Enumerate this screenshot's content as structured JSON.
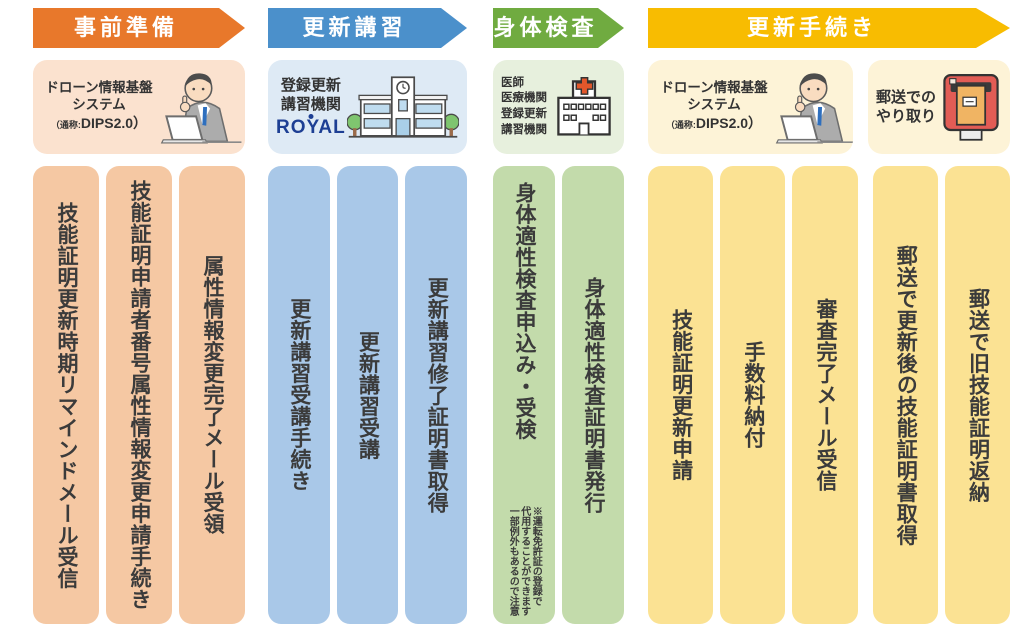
{
  "sections": [
    {
      "header": "事前準備",
      "colors": {
        "arrow": "#E8782B",
        "box_bg": "#FBE2CF",
        "column_bg": "#F5C8A3"
      },
      "info_box": {
        "system_name_line1": "ドローン情報基盤",
        "system_name_line2": "システム",
        "alias_label": "（通称:",
        "alias_value": "DIPS2.0）",
        "icon": "person-at-laptop-icon"
      },
      "steps": [
        "技能証明更新時期リマインドメール受信",
        "技能証明申請者番号属性情報変更申請手続き",
        "属性情報変更完了メール受領"
      ]
    },
    {
      "header": "更新講習",
      "colors": {
        "arrow": "#4B90CB",
        "box_bg": "#DEEAF5",
        "column_bg": "#A9C8E8"
      },
      "info_box": {
        "org_line1": "登録更新",
        "org_line2": "講習機関",
        "logo": "ROYAL",
        "icon": "school-building-icon"
      },
      "steps": [
        "更新講習受講手続き",
        "更新講習受講",
        "更新講習修了証明書取得"
      ]
    },
    {
      "header": "身体検査",
      "colors": {
        "arrow": "#70AB40",
        "box_bg": "#E7F0DD",
        "column_bg": "#C3DBAB"
      },
      "info_box": {
        "org_lines": "医師\n医療機関\n登録更新\n講習機関",
        "icon": "hospital-icon"
      },
      "steps": [
        "身体適性検査申込み・受検",
        "身体適性検査証明書発行"
      ],
      "note": "※運転免許証の登録で\n代用することができます\n一部例外もあるので注意"
    },
    {
      "header": "更新手続き",
      "colors": {
        "arrow": "#F8BC01",
        "box_bg": "#FDF3D7",
        "column_bg": "#FBE293"
      },
      "info_box": {
        "system_name_line1": "ドローン情報基盤",
        "system_name_line2": "システム",
        "alias_label": "（通称:",
        "alias_value": "DIPS2.0）",
        "icon": "person-at-laptop-icon"
      },
      "info_box2": {
        "line1": "郵送での",
        "line2": "やり取り",
        "icon": "red-postbox-icon"
      },
      "steps": [
        "技能証明更新申請",
        "手数料納付",
        "審査完了メール受信",
        "郵送で更新後の技能証明書取得",
        "郵送で旧技能証明返納"
      ]
    }
  ]
}
